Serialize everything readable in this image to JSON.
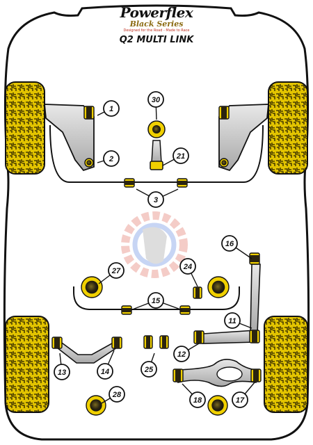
{
  "brand": {
    "name": "Powerflex",
    "series": "Black Series",
    "tagline": "Designed for the Road - Made to Race"
  },
  "model": "Q2 MULTI LINK",
  "callouts": [
    "1",
    "2",
    "3",
    "11",
    "12",
    "13",
    "14",
    "15",
    "16",
    "17",
    "18",
    "21",
    "24",
    "25",
    "27",
    "28",
    "30"
  ],
  "colors": {
    "bush_yellow": "#f0d000",
    "tyre_yellow": "#d9b800",
    "arm_grey": "#cfcfcf",
    "outline": "#111111"
  }
}
